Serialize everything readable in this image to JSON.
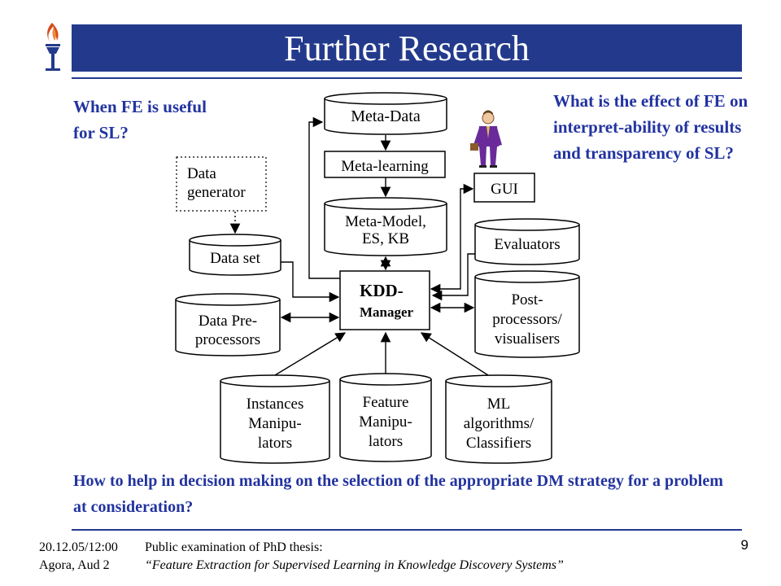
{
  "slide": {
    "title": "Further Research",
    "page_number": "9",
    "logo_icon": "torch-logo-icon",
    "accent_color": "#233a8c",
    "question_color": "#2233a0"
  },
  "questions": {
    "fe_useful": "When FE is useful for SL?",
    "interpretability": "What is the effect of FE on interpret-ability of results and transparency of SL?",
    "decision": "How to help in decision making on the selection of the appropriate DM strategy for a problem at consideration?"
  },
  "diagram": {
    "meta_data": "Meta-Data",
    "meta_learning": "Meta-learning",
    "meta_model_1": "Meta-Model,",
    "meta_model_2": "ES, KB",
    "gui": "GUI",
    "user_icon": "person-icon",
    "data_generator_1": "Data",
    "data_generator_2": "generator",
    "data_set": "Data set",
    "kdd_1": "KDD-",
    "kdd_2": "Manager",
    "evaluators": "Evaluators",
    "post_1": "Post-",
    "post_2": "processors/",
    "post_3": "visualisers",
    "pre_1": "Data Pre-",
    "pre_2": "processors",
    "inst_1": "Instances",
    "inst_2": "Manipu-",
    "inst_3": "lators",
    "feat_1": "Feature",
    "feat_2": "Manipu-",
    "feat_3": "lators",
    "ml_1": "ML",
    "ml_2": "algorithms/",
    "ml_3": "Classifiers"
  },
  "footer": {
    "date": "20.12.05/12:00",
    "place": "Agora, Aud 2",
    "event": "Public examination of PhD thesis:",
    "thesis_title": "“Feature Extraction for Supervised Learning in Knowledge Discovery Systems”"
  }
}
